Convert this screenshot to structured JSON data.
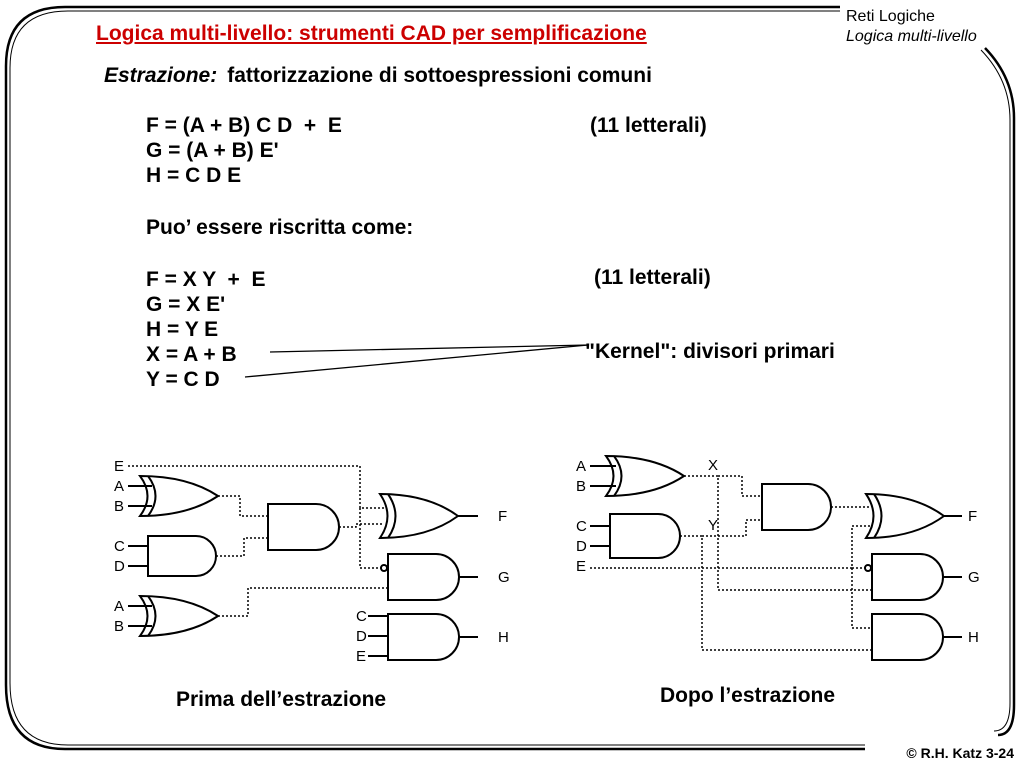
{
  "header": {
    "title": "Logica multi-livello: strumenti CAD per semplificazione",
    "course": "Reti Logiche",
    "topic": "Logica multi-livello"
  },
  "subtitle": {
    "label": "Estrazione:",
    "text": "fattorizzazione di sottoespressioni comuni"
  },
  "before": {
    "equations": [
      "F = (A + B) C D  +  E",
      "G = (A + B) E'",
      "H = C D E"
    ],
    "literals": "(11 letterali)"
  },
  "rewrite_text": "Puo’ essere riscritta come:",
  "after": {
    "equations": [
      "F = X Y  +  E",
      "G = X E'",
      "H = Y E",
      "X = A + B",
      "Y = C D"
    ],
    "literals": "(11 letterali)",
    "kernel_note": "\"Kernel\": divisori primari"
  },
  "circuit_before": {
    "caption": "Prima dell’estrazione",
    "inputs": [
      "E",
      "A",
      "B",
      "C",
      "D",
      "A",
      "B",
      "C",
      "D",
      "E"
    ],
    "outputs": [
      "F",
      "G",
      "H"
    ]
  },
  "circuit_after": {
    "caption": "Dopo l’estrazione",
    "inputs": [
      "A",
      "B",
      "C",
      "D",
      "E"
    ],
    "intermediate": [
      "X",
      "Y"
    ],
    "outputs": [
      "F",
      "G",
      "H"
    ]
  },
  "footer": {
    "credit": "© R.H. Katz 3-24"
  },
  "colors": {
    "title": "#cc0000",
    "frame": "#000000"
  }
}
